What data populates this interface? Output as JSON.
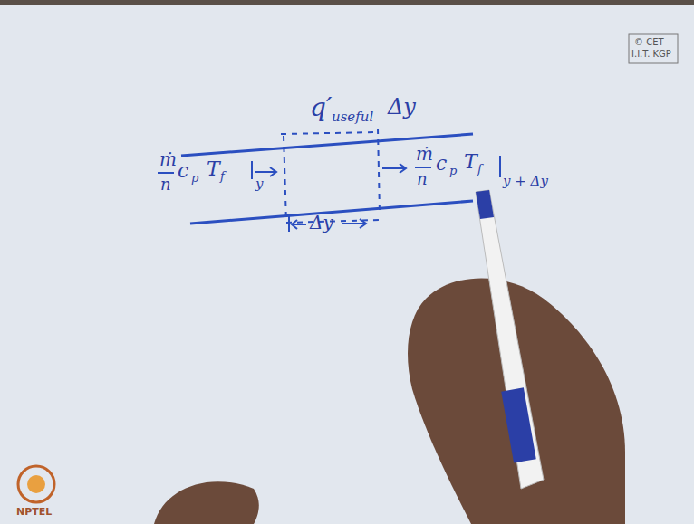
{
  "diagram": {
    "labels": [
      "q′",
      "useful",
      "Δy",
      "ṁ",
      "n",
      "c",
      "p",
      "T",
      "f",
      "y",
      "ṁ",
      "n",
      "c",
      "p",
      "T",
      "f",
      "y + Δy",
      "Δy",
      "© CET",
      "I.I.T. KGP",
      "NPTEL"
    ]
  }
}
